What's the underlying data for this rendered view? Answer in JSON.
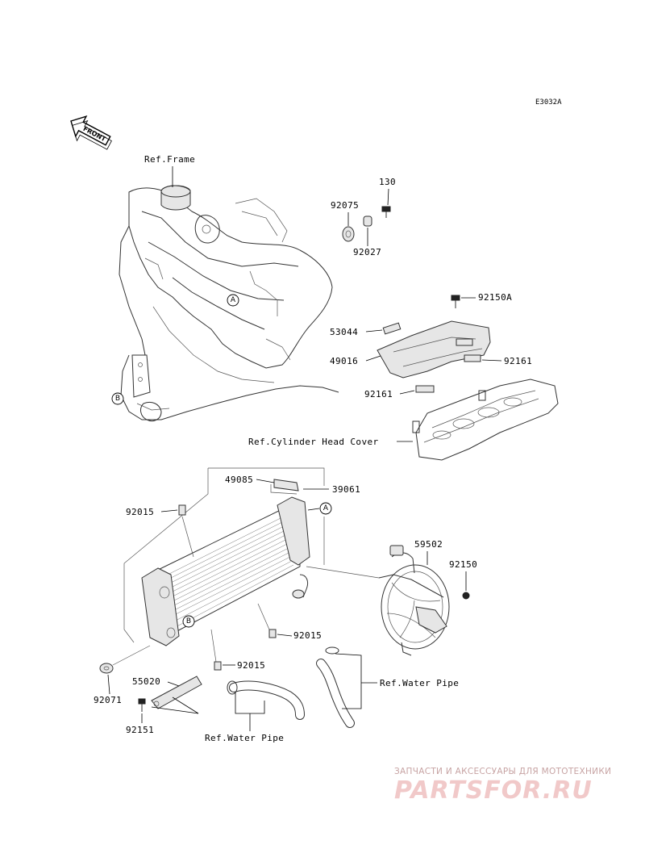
{
  "diagram_code": "E3032A",
  "front_badge": "FRONT",
  "callouts": {
    "a": "A",
    "b": "B"
  },
  "labels": {
    "ref_frame": "Ref.Frame",
    "p130": "130",
    "p92075": "92075",
    "p92027": "92027",
    "p92150A": "92150A",
    "p53044": "53044",
    "p49016": "49016",
    "p92161_right": "92161",
    "p92161_left": "92161",
    "ref_cyl_head": "Ref.Cylinder Head Cover",
    "p49085": "49085",
    "p39061": "39061",
    "p92015_top": "92015",
    "p59502": "59502",
    "p92150": "92150",
    "p92015_mid": "92015",
    "p92015_low": "92015",
    "p92071": "92071",
    "p55020": "55020",
    "p92151": "92151",
    "ref_water_pipe_right": "Ref.Water Pipe",
    "ref_water_pipe_bottom": "Ref.Water Pipe"
  },
  "watermark": {
    "tagline": "ЗАПЧАСТИ И АКСЕССУАРЫ ДЛЯ МОТОТЕХНИКИ",
    "logo": "PARTSFOR.RU"
  }
}
